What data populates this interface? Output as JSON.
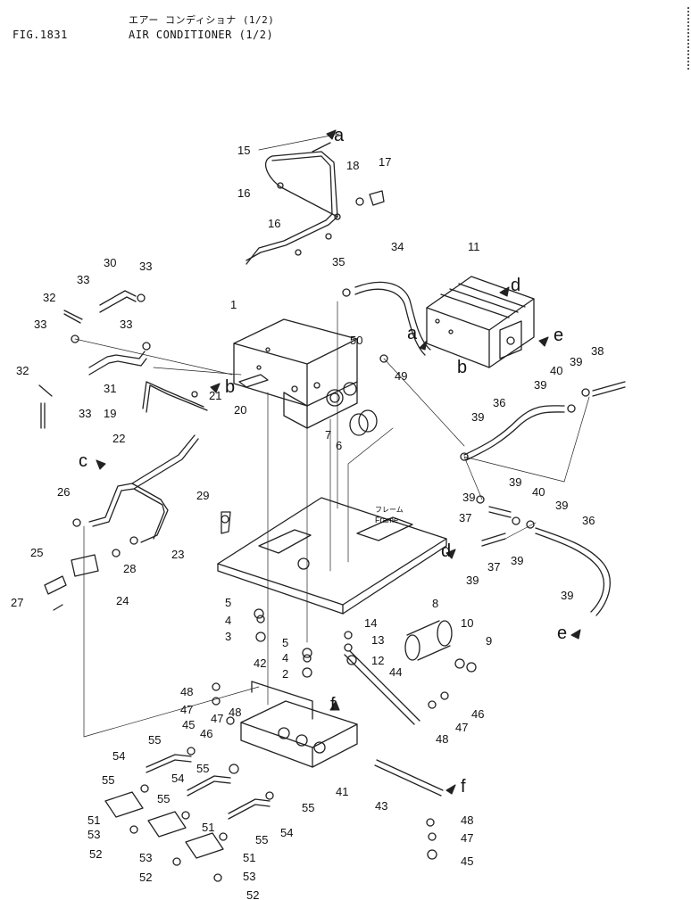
{
  "header": {
    "fig_no": "FIG.1831",
    "title_jp": "エアー コンディショナ (1/2)",
    "title_en": "AIR CONDITIONER (1/2)"
  },
  "frame_label": {
    "jp": "フレーム",
    "en": "Frame"
  },
  "part_numbers": [
    "1",
    "2",
    "3",
    "4",
    "5",
    "6",
    "7",
    "8",
    "9",
    "10",
    "11",
    "12",
    "13",
    "14",
    "15",
    "16",
    "17",
    "18",
    "19",
    "20",
    "21",
    "22",
    "23",
    "24",
    "25",
    "26",
    "27",
    "28",
    "29",
    "30",
    "31",
    "32",
    "33",
    "34",
    "35",
    "36",
    "37",
    "38",
    "39",
    "40",
    "41",
    "42",
    "43",
    "44",
    "45",
    "46",
    "47",
    "48",
    "49",
    "50",
    "51",
    "52",
    "53",
    "54",
    "55"
  ],
  "callout_letters": [
    "a",
    "b",
    "c",
    "d",
    "e",
    "f"
  ]
}
